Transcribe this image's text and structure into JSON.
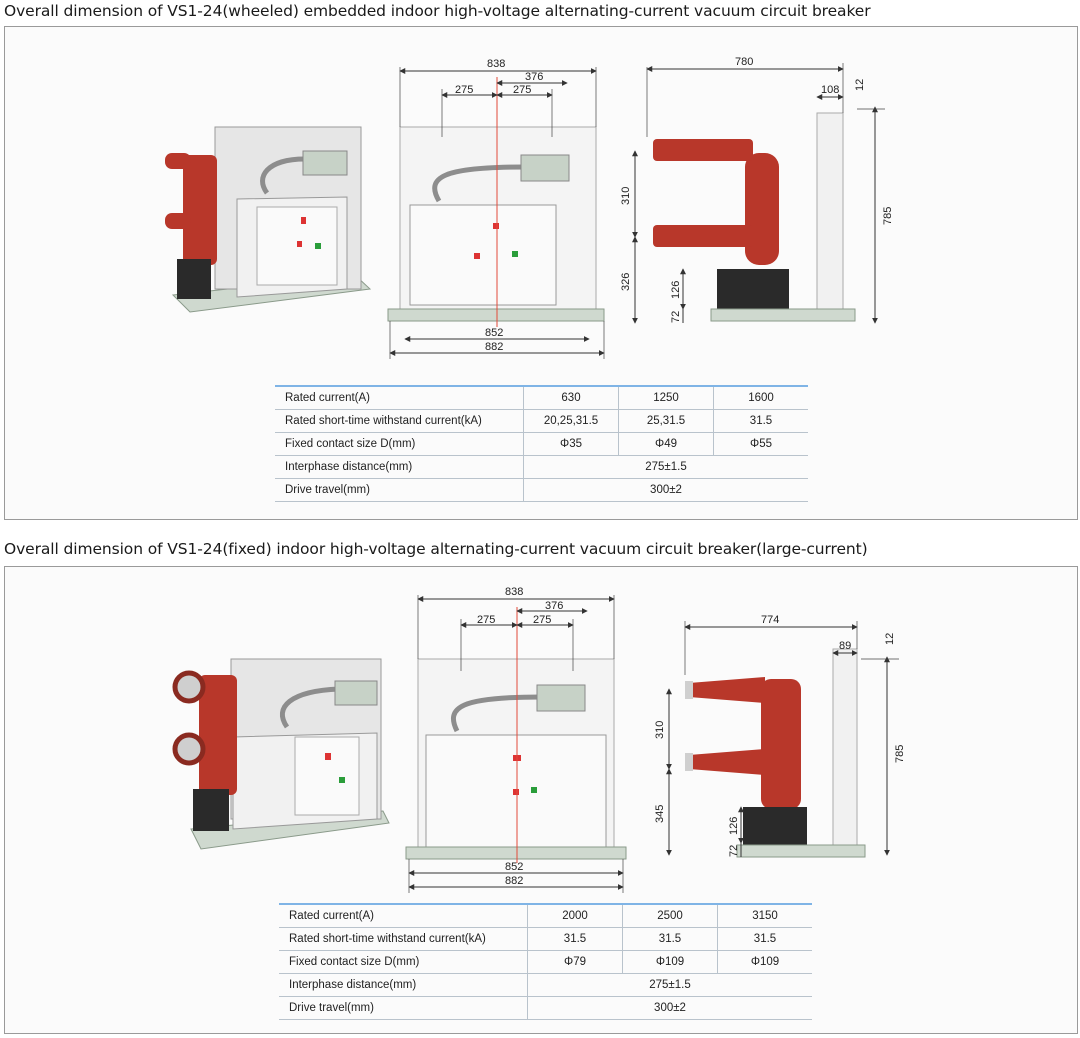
{
  "sections": [
    {
      "title": "Overall dimension of VS1-24(wheeled) embedded indoor high-voltage alternating-current vacuum circuit breaker",
      "front_dims": {
        "overall_top": "838",
        "offset": "376",
        "phase_left": "275",
        "phase_right": "275",
        "bottom_inner": "852",
        "bottom_outer": "882"
      },
      "side_dims": {
        "depth": "780",
        "top_offset": "108",
        "top_small": "12",
        "height": "785",
        "interphase": "310",
        "lower": "326",
        "base_upper": "126",
        "base_lower": "72"
      },
      "table": {
        "rows": [
          {
            "label": "Rated current(A)",
            "values": [
              "630",
              "1250",
              "1600"
            ]
          },
          {
            "label": "Rated short-time withstand current(kA)",
            "values": [
              "20,25,31.5",
              "25,31.5",
              "31.5"
            ]
          },
          {
            "label": "Fixed contact size D(mm)",
            "values": [
              "Φ35",
              "Φ49",
              "Φ55"
            ]
          }
        ],
        "interphase_label": "Interphase distance(mm)",
        "interphase_value": "275±1.5",
        "travel_label": "Drive travel(mm)",
        "travel_value": "300±2"
      }
    },
    {
      "title": "Overall dimension of VS1-24(fixed) indoor high-voltage alternating-current vacuum circuit breaker(large-current)",
      "front_dims": {
        "overall_top": "838",
        "offset": "376",
        "phase_left": "275",
        "phase_right": "275",
        "bottom_inner": "852",
        "bottom_outer": "882"
      },
      "side_dims": {
        "depth": "774",
        "top_offset": "89",
        "top_small": "12",
        "height": "785",
        "interphase": "310",
        "lower": "345",
        "base_upper": "126",
        "base_lower": "72"
      },
      "table": {
        "rows": [
          {
            "label": "Rated current(A)",
            "values": [
              "2000",
              "2500",
              "3150"
            ]
          },
          {
            "label": "Rated short-time withstand current(kA)",
            "values": [
              "31.5",
              "31.5",
              "31.5"
            ]
          },
          {
            "label": "Fixed contact size D(mm)",
            "values": [
              "Φ79",
              "Φ109",
              "Φ109"
            ]
          }
        ],
        "interphase_label": "Interphase distance(mm)",
        "interphase_value": "275±1.5",
        "travel_label": "Drive travel(mm)",
        "travel_value": "300±2"
      }
    }
  ],
  "colors": {
    "insulator_red": "#b8372a",
    "panel_border": "#9a9a9a",
    "table_accent": "#7fb4e6",
    "centerline": "#e24a3a"
  }
}
